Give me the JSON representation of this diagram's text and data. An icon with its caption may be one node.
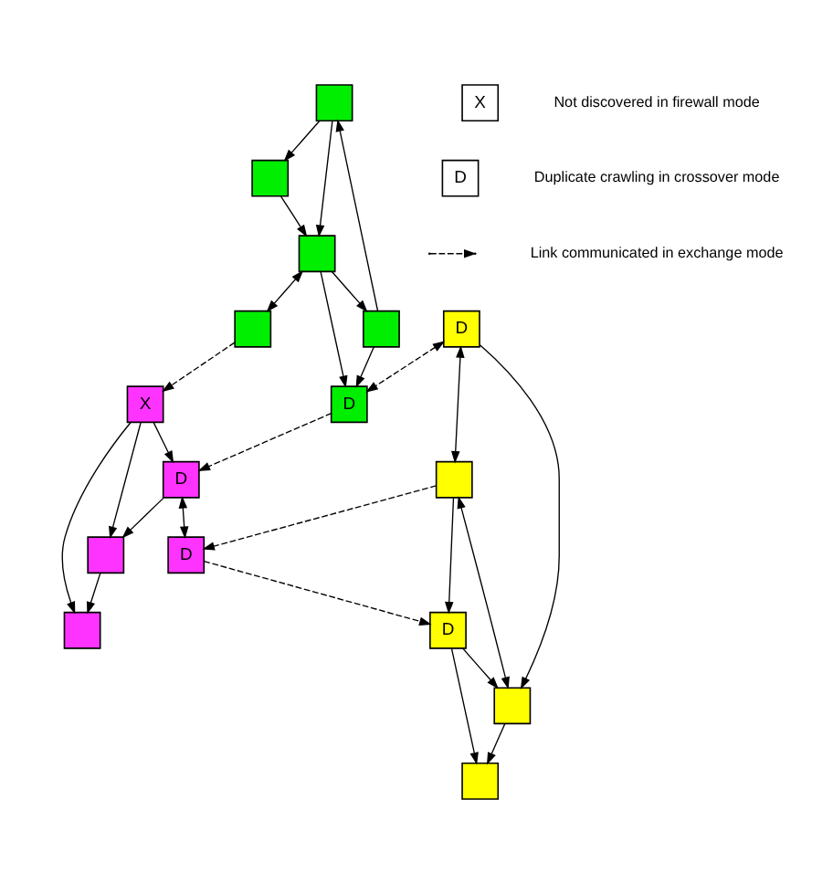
{
  "diagram": {
    "nodes": [
      {
        "text": [],
        "shape": "box"
      },
      {
        "text": [],
        "shape": "box"
      },
      {
        "text": [],
        "shape": "box"
      },
      {
        "text": [],
        "shape": "box"
      },
      {
        "text": [],
        "shape": "box"
      },
      {
        "text": [
          "D"
        ]
      },
      {
        "text": [
          "X"
        ]
      },
      {
        "text": [],
        "shape": "box"
      },
      {
        "text": [],
        "shape": "box"
      },
      {
        "text": [
          "D"
        ]
      },
      {
        "text": [
          "D"
        ]
      },
      {
        "text": [
          "D"
        ]
      },
      {
        "text": [],
        "shape": "box"
      },
      {
        "text": [],
        "shape": "box"
      },
      {
        "text": [
          "D"
        ]
      },
      {
        "text": [],
        "shape": "box"
      }
    ],
    "edges": [
      {
        "from": 0,
        "to": 1,
        "arrow": "to"
      },
      {
        "from": 1,
        "to": 2,
        "arrow": "to"
      },
      {
        "from": 0,
        "to": 2,
        "arrow": "to"
      },
      {
        "from": 2,
        "to": 3,
        "arrow": "both"
      },
      {
        "from": 2,
        "to": 4,
        "arrow": "to"
      },
      {
        "from": 4,
        "to": 0,
        "arrow": "to"
      },
      {
        "from": 4,
        "to": 5,
        "arrow": "to"
      },
      {
        "from": 2,
        "to": 5,
        "arrow": "to"
      },
      {
        "from": 3,
        "to": 6,
        "arrow": "to",
        "style": "dashed"
      },
      {
        "from": 5,
        "to": 9,
        "arrow": "to",
        "style": "dashed"
      },
      {
        "from": 11,
        "to": 5,
        "arrow": "both",
        "style": "dashed"
      },
      {
        "from": 6,
        "to": 7,
        "arrow": "to"
      },
      {
        "from": 6,
        "to": 8,
        "arrow": "to"
      },
      {
        "from": 6,
        "to": 9,
        "arrow": "to"
      },
      {
        "from": 8,
        "to": 7,
        "arrow": "to"
      },
      {
        "from": 9,
        "to": 8,
        "arrow": "to"
      },
      {
        "from": 9,
        "to": 10,
        "arrow": "both"
      },
      {
        "from": 11,
        "to": 12,
        "arrow": "both"
      },
      {
        "from": 11,
        "to": 13,
        "arrow": "to"
      },
      {
        "from": 12,
        "to": 13,
        "arrow": "both"
      },
      {
        "from": 12,
        "to": 14,
        "arrow": "to"
      },
      {
        "from": 14,
        "to": 13,
        "arrow": "to"
      },
      {
        "from": 13,
        "to": 15,
        "arrow": "to"
      },
      {
        "from": 14,
        "to": 15,
        "arrow": "to"
      },
      {
        "from": 12,
        "to": 10,
        "arrow": "to",
        "style": "dashed"
      },
      {
        "from": 10,
        "to": 14,
        "arrow": "to",
        "style": "dashed"
      }
    ],
    "labels": [
      "X",
      "D"
    ],
    "legend": [
      {
        "text": "Not discovered in firewall mode"
      },
      {
        "text": "Duplicate crawling in crossover mode"
      },
      {
        "text": "Link communicated in exchange mode"
      }
    ]
  }
}
